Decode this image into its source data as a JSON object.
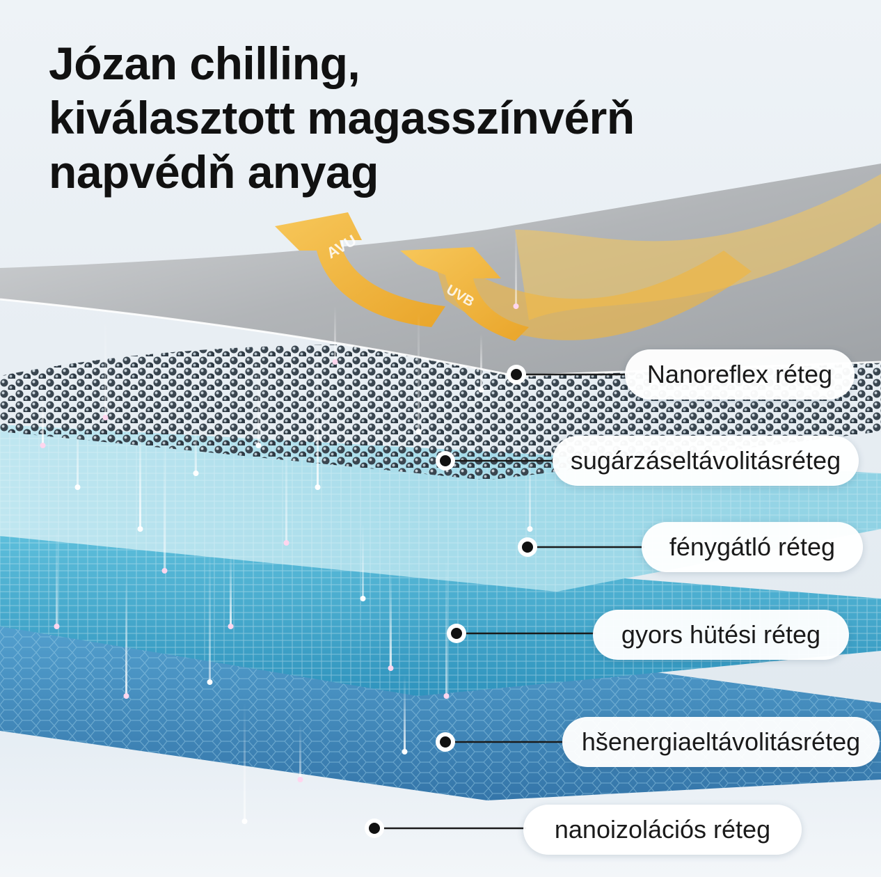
{
  "headline": {
    "line1": "Józan chilling,",
    "line2": "kiválasztott magasszínvérň",
    "line3": "napvédň anyag"
  },
  "rays": {
    "uva": "AVU",
    "uvb": "UVB"
  },
  "layers": [
    {
      "label": "Nanoreflex réteg"
    },
    {
      "label": "sugárzáseltávolitásréteg"
    },
    {
      "label": "fénygátló réteg"
    },
    {
      "label": "gyors hütési réteg"
    },
    {
      "label": "hšenergiaeltávolitásréteg"
    },
    {
      "label": "nanoizolációs réteg"
    }
  ],
  "colors": {
    "ray": "#f3b63a",
    "silver": "#b9bcc0",
    "cyan": "#7fd0e6",
    "blue": "#3d8fc2",
    "dot": "#111111"
  }
}
